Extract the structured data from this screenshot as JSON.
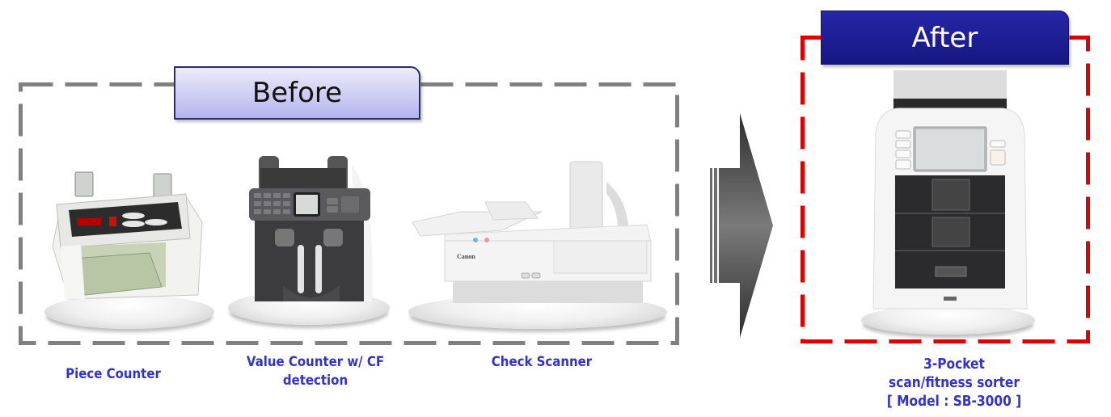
{
  "diagram": {
    "before": {
      "title": "Before",
      "box_color": "#808080",
      "tab_border_color": "#2e2a6e",
      "products": [
        {
          "label": "Piece Counter",
          "icon": "banknote-counter-icon"
        },
        {
          "label_line1": "Value Counter w/ CF",
          "label_line2": "detection",
          "icon": "value-counter-icon"
        },
        {
          "label": "Check Scanner",
          "icon": "check-scanner-icon",
          "brand_text": "Canon"
        }
      ]
    },
    "transition": {
      "icon": "arrow-right-icon"
    },
    "after": {
      "title": "After",
      "box_color": "#e00000",
      "tab_color": "#1f1f9a",
      "product": {
        "label_line1": "3-Pocket",
        "label_line2": "scan/fitness sorter",
        "label_line3": "[ Model : SB-3000 ]",
        "icon": "banknote-sorter-icon"
      }
    },
    "label_color": "#3333cc"
  }
}
